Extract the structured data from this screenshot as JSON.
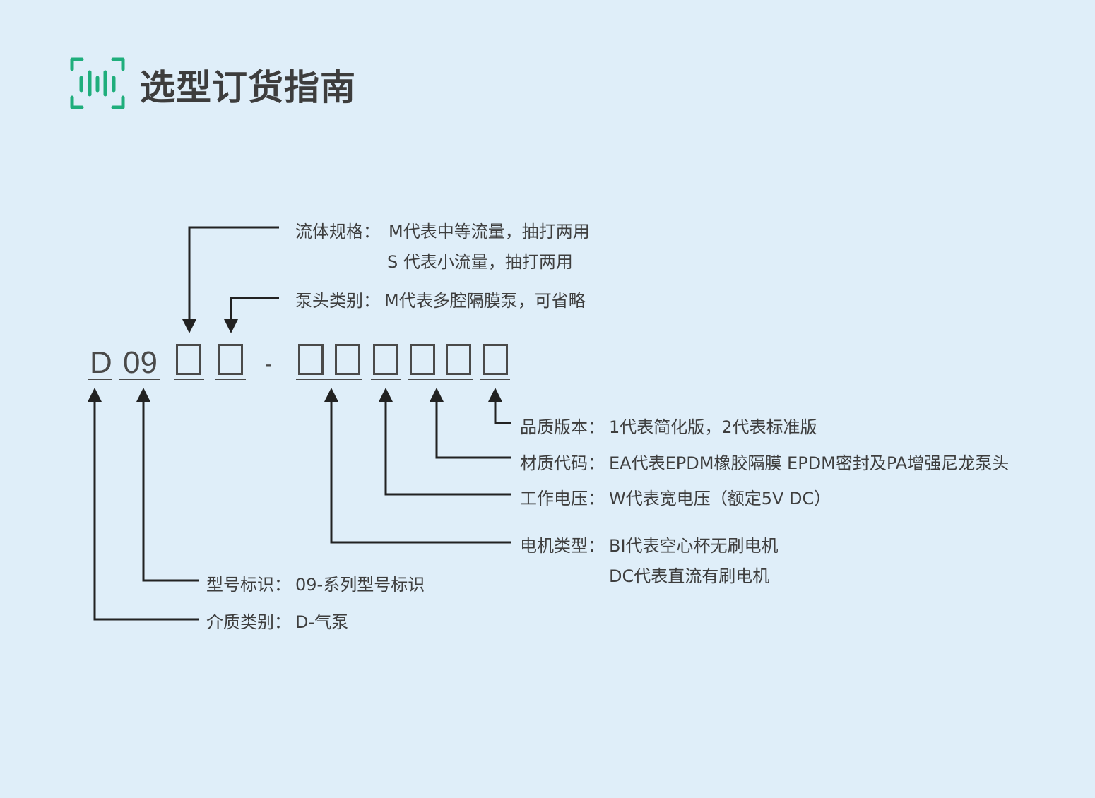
{
  "header": {
    "title": "选型订货指南",
    "icon": "barcode-scan-icon",
    "accent_color": "#1fae7c"
  },
  "code": {
    "d": "D",
    "series": "09",
    "dash": "-"
  },
  "annotations": {
    "flow": {
      "label": "流体规格：",
      "line1": "M代表中等流量，抽打两用",
      "line2": "S 代表小流量，抽打两用"
    },
    "pump_head": {
      "label": "泵头类别：",
      "value": "M代表多腔隔膜泵，可省略"
    },
    "quality": {
      "label": "品质版本：",
      "value": "1代表简化版，2代表标准版"
    },
    "material": {
      "label": "材质代码：",
      "value": "EA代表EPDM橡胶隔膜 EPDM密封及PA增强尼龙泵头"
    },
    "voltage": {
      "label": "工作电压：",
      "value": "W代表宽电压（额定5V DC）"
    },
    "motor": {
      "label": "电机类型：",
      "line1": "BI代表空心杯无刷电机",
      "line2": "DC代表直流有刷电机"
    },
    "model": {
      "label": "型号标识：",
      "value": "09-系列型号标识"
    },
    "medium": {
      "label": "介质类别：",
      "value": "D-气泵"
    }
  },
  "colors": {
    "background": "#dfeef9",
    "line": "#222222",
    "text": "#3e3e3e"
  }
}
